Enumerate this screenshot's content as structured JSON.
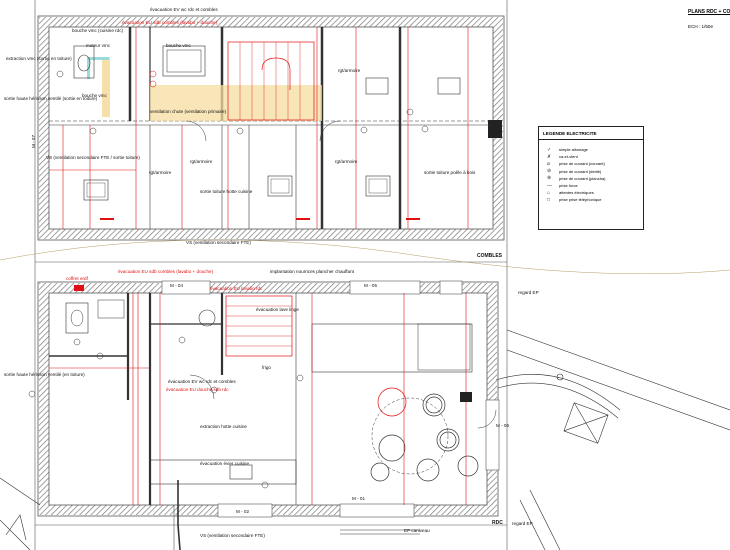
{
  "title_block": {
    "title": "PLANS RDC + CON",
    "scale": "ECH : 1/50e"
  },
  "legend": {
    "title": "LEGENDE ELECTRICITE",
    "items": [
      {
        "icon": "simple-switch-icon",
        "symbol": "✓",
        "label": "simple allumage"
      },
      {
        "icon": "two-way-switch-icon",
        "symbol": "✗",
        "label": "va-et-vient"
      },
      {
        "icon": "socket-icon",
        "symbol": "⌀",
        "label": "prise de courant (courant)"
      },
      {
        "icon": "dedicated-socket-icon",
        "symbol": "⊘",
        "label": "prise de courant (dédié)"
      },
      {
        "icon": "cooker-socket-icon",
        "symbol": "⊛",
        "label": "prise de courant (plancha)"
      },
      {
        "icon": "power-socket-icon",
        "symbol": "—",
        "label": "prise force"
      },
      {
        "icon": "electric-wait-icon",
        "symbol": "⌂",
        "label": "attentes électriques"
      },
      {
        "icon": "phone-socket-icon",
        "symbol": "□",
        "label": "prise prise téléphonique"
      }
    ]
  },
  "level_labels": {
    "attic": "COMBLES",
    "ground": "RDC"
  },
  "attic": {
    "labels": [
      "évacuation EV wc rdc et combles",
      "bouche vmc (cuisine rdc)",
      "extraction vmc (sortie en toiture)",
      "moteur vmc",
      "bouche vmc",
      "bouche vmc",
      "sortie haute hérisson ventilé (sortie en toiture)",
      "ventilation chute (ventilation primaire)",
      "VS (ventilation secondaire FTE / sortie toiture)",
      "rgt/armoire",
      "rgt/armoire",
      "rgt/armoire",
      "rgt/armoire",
      "sortie toiture hotte cuisine",
      "sortie toiture poêle à bois",
      "VS  (ventilation secondaire FTE)",
      "M - 07"
    ],
    "red_labels": [
      "évacuation EU sdb combles (lavabo + douche)"
    ]
  },
  "ground": {
    "labels": [
      "coffret erdf",
      "implantation nourrices plancher chauffant",
      "M - 04",
      "M - 05",
      "regard EP",
      "évacuation lave linge",
      "sortie haute hérisson ventilé (en toiture)",
      "évacuation EV wc rdc et combles",
      "extraction hotte cuisine",
      "évacuation évier cuisine",
      "M - 06",
      "M - 01",
      "M - 02",
      "VS  (ventilation secondaire FTE)",
      "EP caniveau",
      "regard EP",
      "frigo"
    ],
    "red_labels": [
      "évacuation EU sdb combles (lavabo + douche)",
      "évacuation EU lavabo rdc",
      "évacuation EU douche sdb rdc"
    ]
  },
  "colors": {
    "wall": "#888888",
    "accent": "#e01010",
    "highlight": "#f6dca0",
    "duct": "#9bdada"
  }
}
